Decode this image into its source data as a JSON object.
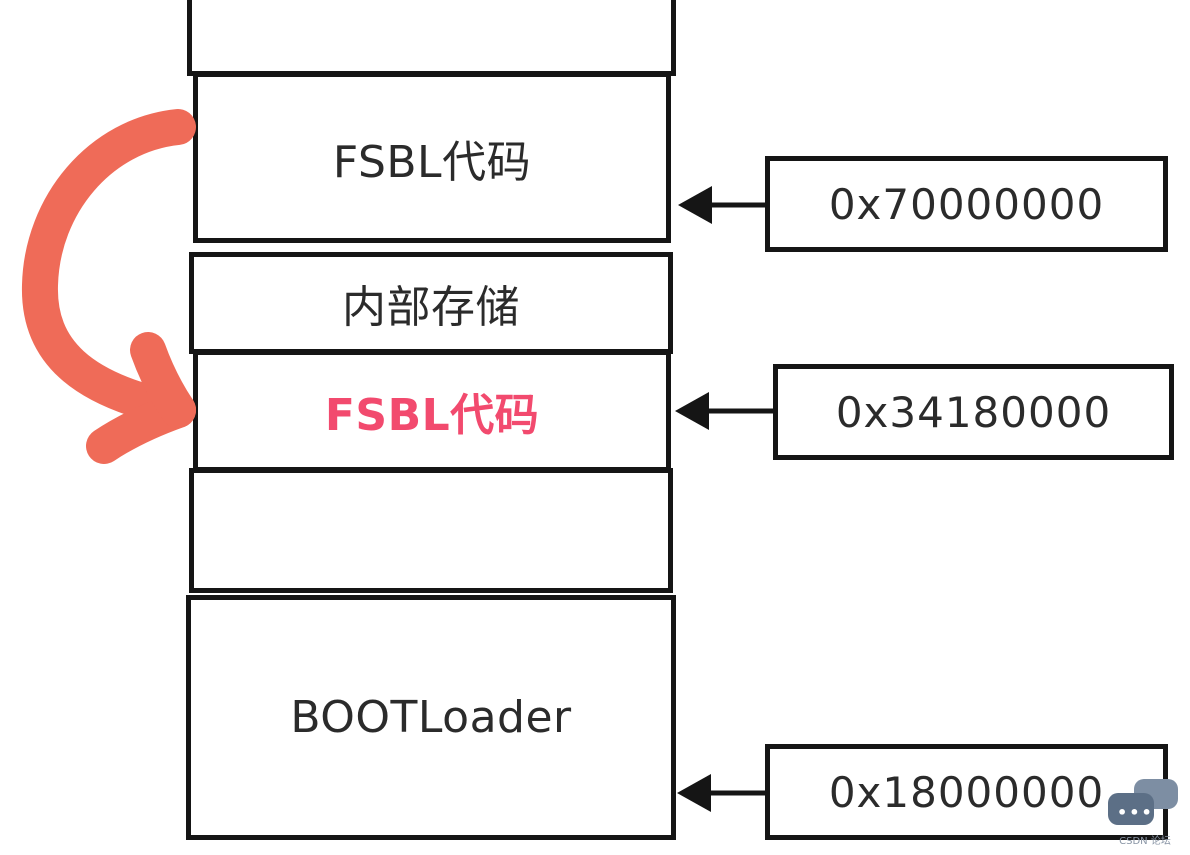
{
  "memory_map": {
    "blocks": [
      {
        "id": "top-empty",
        "label": ""
      },
      {
        "id": "fsbl-dest",
        "label": "FSBL代码"
      },
      {
        "id": "internal-storage",
        "label": "内部存储"
      },
      {
        "id": "fsbl-src",
        "label": "FSBL代码"
      },
      {
        "id": "mid-empty",
        "label": ""
      },
      {
        "id": "bootloader",
        "label": "BOOTLoader"
      }
    ],
    "addresses": [
      {
        "id": "addr-high",
        "label": "0x70000000"
      },
      {
        "id": "addr-mid",
        "label": "0x34180000"
      },
      {
        "id": "addr-low",
        "label": "0x18000000"
      }
    ]
  },
  "colors": {
    "border": "#151515",
    "text": "#2b2b2b",
    "highlight_text": "#f24a6e",
    "curve_arrow": "#ef6b58"
  },
  "logo": {
    "caption": "CSDN 论坛"
  }
}
